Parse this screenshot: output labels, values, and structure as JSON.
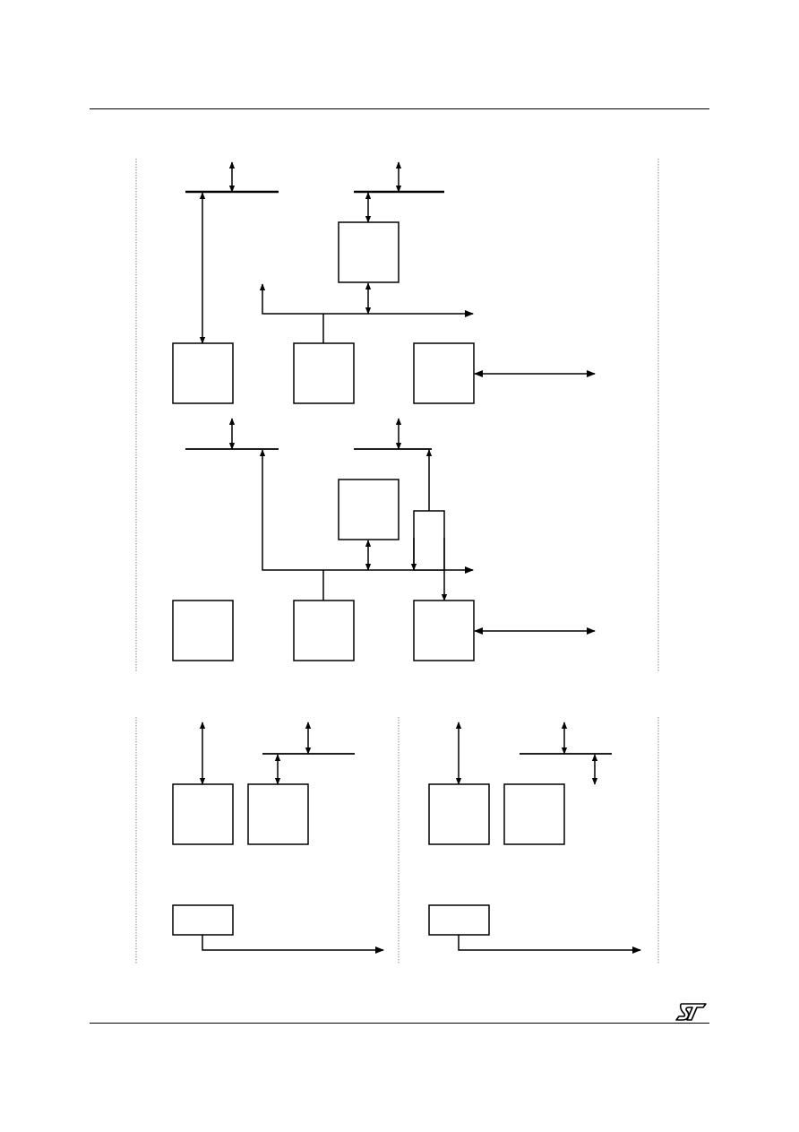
{
  "document": {
    "header_rule": true,
    "footer_rule": true
  },
  "logo": {
    "name": "ST",
    "icon": "st-logo-icon"
  },
  "colors": {
    "ink": "#000000",
    "frame": "#777777",
    "background": "#ffffff"
  },
  "figure": {
    "panels": [
      {
        "id": "panel-upper",
        "blocks": 4,
        "buses": 2
      },
      {
        "id": "panel-middle",
        "blocks": 4,
        "buses": 2
      },
      {
        "id": "panel-lower-left",
        "blocks": 3,
        "buses": 1
      },
      {
        "id": "panel-lower-right",
        "blocks": 3,
        "buses": 1
      }
    ]
  }
}
